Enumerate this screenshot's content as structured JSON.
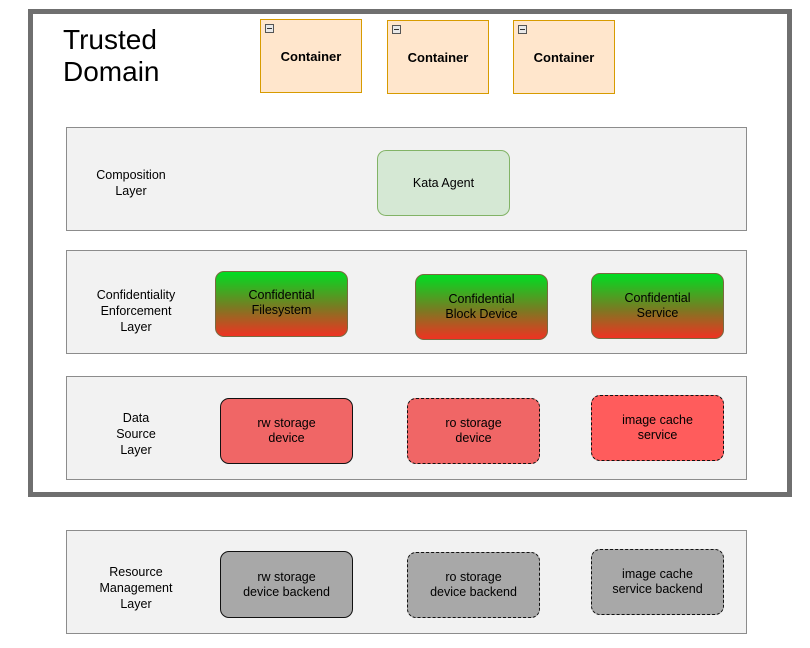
{
  "trusted_domain": {
    "title": "Trusted\nDomain"
  },
  "containers": [
    {
      "label": "Container"
    },
    {
      "label": "Container"
    },
    {
      "label": "Container"
    }
  ],
  "layers": {
    "composition": {
      "label": "Composition\nLayer",
      "nodes": [
        {
          "label": "Kata Agent"
        }
      ]
    },
    "confidentiality": {
      "label": "Confidentiality\nEnforcement\nLayer",
      "nodes": [
        {
          "label": "Confidential\nFilesystem"
        },
        {
          "label": "Confidential\nBlock Device"
        },
        {
          "label": "Confidential\nService"
        }
      ]
    },
    "data_source": {
      "label": "Data\nSource\nLayer",
      "nodes": [
        {
          "label": "rw storage\ndevice"
        },
        {
          "label": "ro storage\ndevice"
        },
        {
          "label": "image cache\nservice"
        }
      ]
    },
    "resource_management": {
      "label": "Resource\nManagement\nLayer",
      "nodes": [
        {
          "label": "rw storage\ndevice backend"
        },
        {
          "label": "ro storage\ndevice backend"
        },
        {
          "label": "image cache\nservice backend"
        }
      ]
    }
  },
  "colors": {
    "container_fill": "#ffe6cc",
    "container_border": "#d79b00",
    "agent_fill": "#d5e8d4",
    "data_source_fill": "#f06666",
    "backend_fill": "#a8a8a8",
    "layer_fill": "#f2f2f2",
    "trusted_border": "#6f6f6f"
  }
}
